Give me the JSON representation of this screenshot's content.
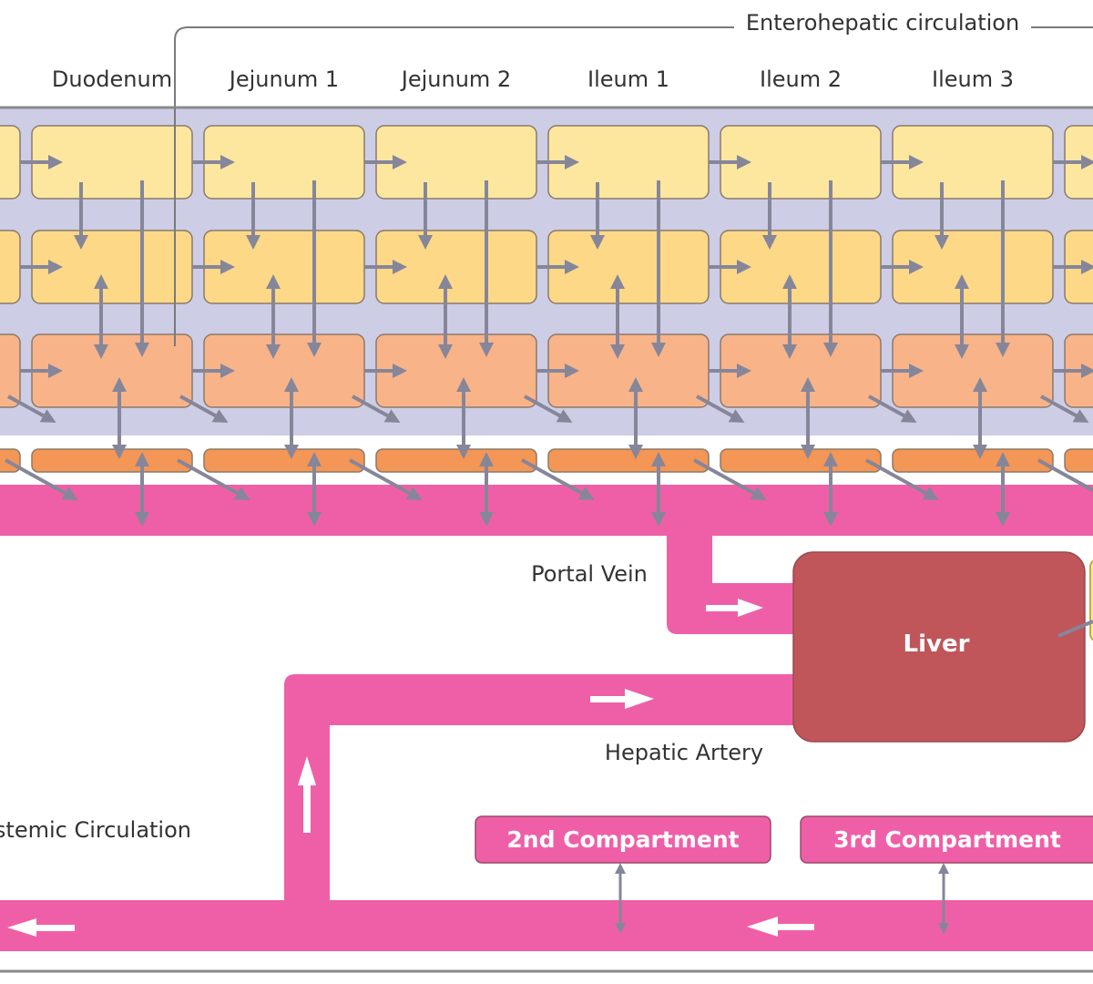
{
  "title_bracket": {
    "label": "Enterohepatic circulation"
  },
  "segments": [
    {
      "label": ""
    },
    {
      "label": "Duodenum"
    },
    {
      "label": "Jejunum 1"
    },
    {
      "label": "Jejunum 2"
    },
    {
      "label": "Ileum 1"
    },
    {
      "label": "Ileum 2"
    },
    {
      "label": "Ileum 3"
    },
    {
      "label": ""
    }
  ],
  "layers": [
    {
      "name": "lumen-upper",
      "color": "#fde79f"
    },
    {
      "name": "lumen-lower",
      "color": "#fcd887"
    },
    {
      "name": "enterocyte",
      "color": "#f8b388"
    },
    {
      "name": "mesentery",
      "color": "#f49655"
    }
  ],
  "labels": {
    "portal_vein": "Portal Vein",
    "hepatic_artery": "Hepatic Artery",
    "systemic_circulation": "Systemic Circulation",
    "liver": "Liver",
    "compartment_2": "2nd Compartment",
    "compartment_3": "3rd Compartment"
  },
  "colors": {
    "gut_background": "#cdcde6",
    "blood": "#ef5fa7",
    "liver": "#c0555a",
    "arrow": "#86869a",
    "flow_arrow": "#ffffff",
    "gallbladder_edge": "#c8a84a"
  }
}
